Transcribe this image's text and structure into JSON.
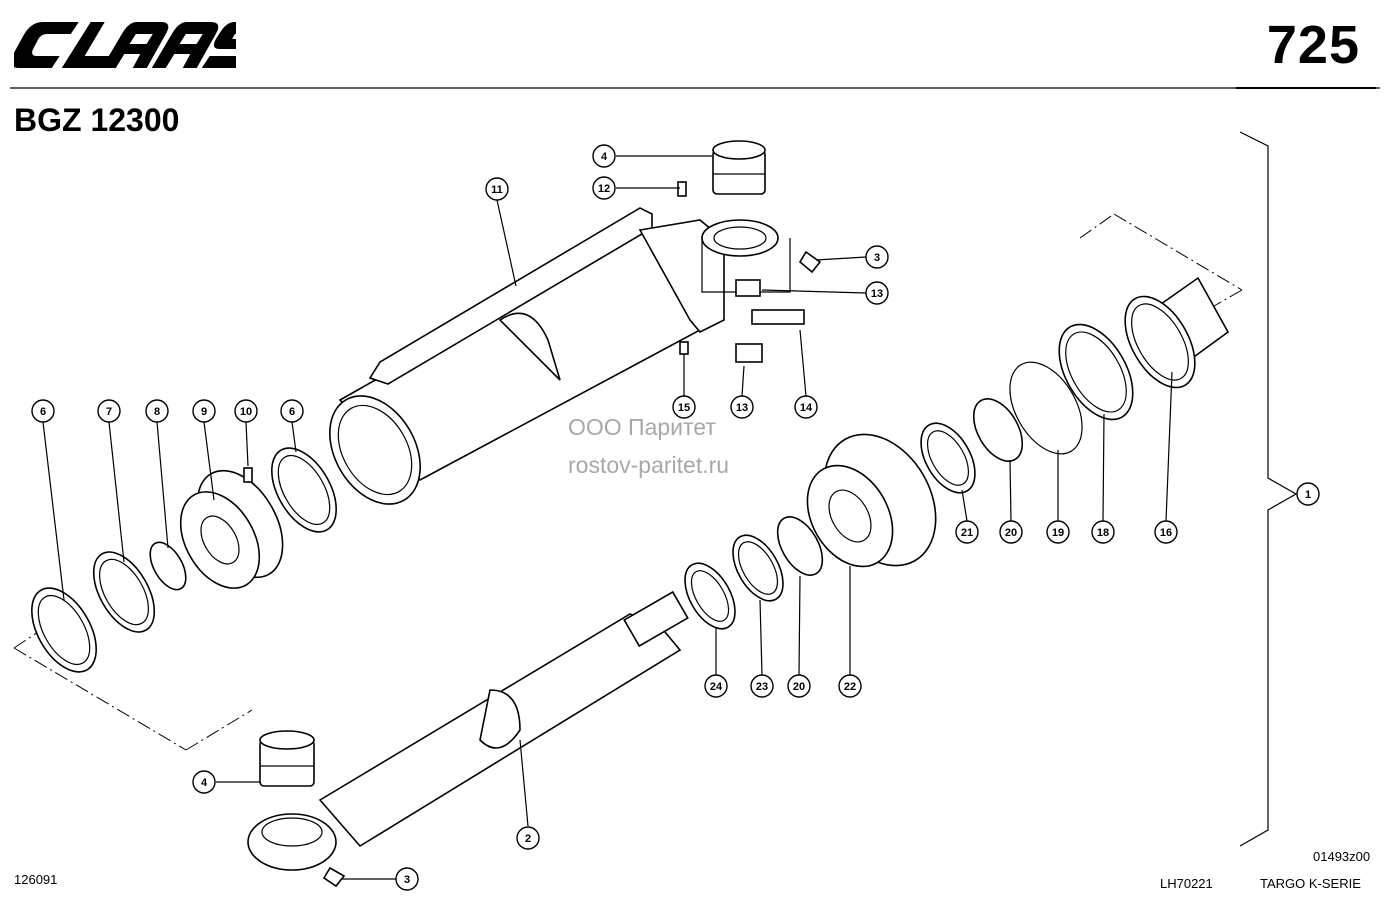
{
  "header": {
    "brand": "CLAAS",
    "page_number": "725",
    "model": "BGZ 12300"
  },
  "watermark": {
    "line1": "ООО Паритет",
    "line2": "rostov-paritet.ru"
  },
  "footer": {
    "left_code": "126091",
    "drawing_code": "LH70221",
    "series": "TARGO K-SERIE",
    "figure_code": "01493z00"
  },
  "callouts": [
    "1",
    "2",
    "3",
    "3",
    "4",
    "4",
    "6",
    "6",
    "7",
    "8",
    "9",
    "10",
    "11",
    "12",
    "13",
    "13",
    "14",
    "15",
    "16",
    "18",
    "19",
    "20",
    "20",
    "21",
    "22",
    "23",
    "24"
  ]
}
